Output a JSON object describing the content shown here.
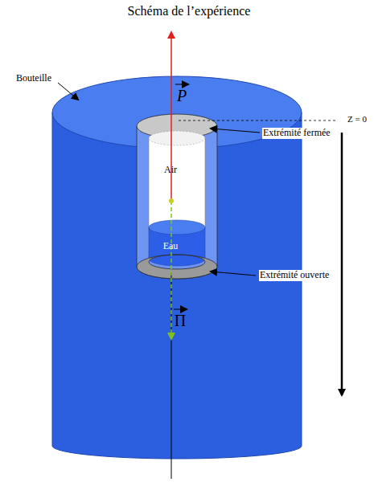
{
  "diagram": {
    "title": "Schéma de l’expérience",
    "labels": [
      "Bouteille",
      "Z = 0",
      "Extrémité fermée",
      "Air",
      "Eau",
      "Extrémité ouverte",
      "P",
      "Π"
    ]
  }
}
